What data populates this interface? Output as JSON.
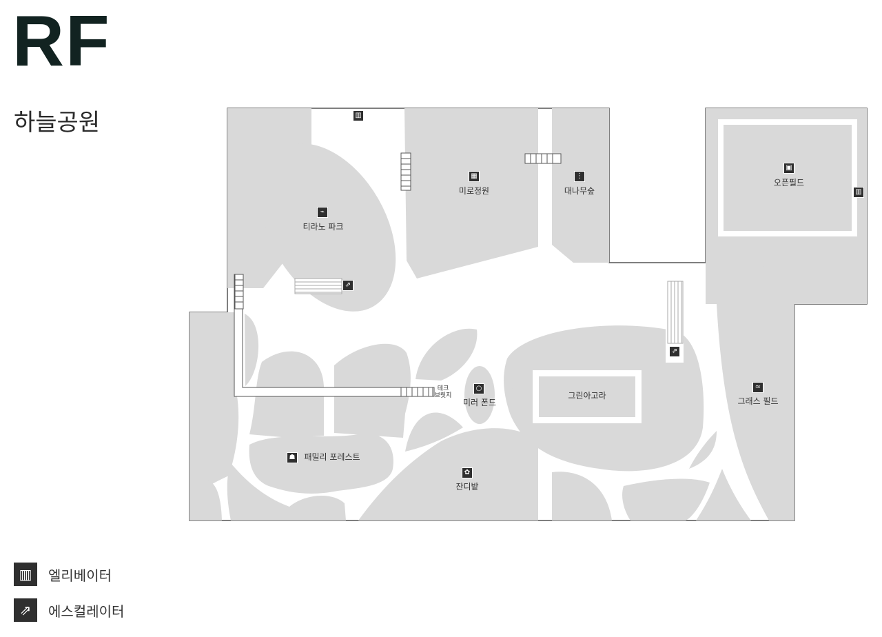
{
  "header": {
    "floor_code": "RF",
    "floor_name": "하늘공원"
  },
  "map": {
    "zones": {
      "tirano_park": "티라노 파크",
      "miro_garden": "미로정원",
      "bamboo_forest": "대나무숲",
      "open_field": "오픈필드",
      "tech_bridge_line1": "테크",
      "tech_bridge_line2": "브릿지",
      "mirror_pond": "미러 폰드",
      "green_agora": "그린아고라",
      "grass_field": "그래스 필드",
      "family_forest": "패밀리 포레스트",
      "lawn": "잔디밭"
    },
    "colors": {
      "green_area": "#d9d9d9",
      "path": "#ffffff",
      "outline": "#555555",
      "icon_bg": "#2f2f2f"
    }
  },
  "legend": {
    "items": [
      {
        "icon": "elevator-icon",
        "label": "엘리베이터"
      },
      {
        "icon": "escalator-icon",
        "label": "에스컬레이터"
      }
    ]
  }
}
